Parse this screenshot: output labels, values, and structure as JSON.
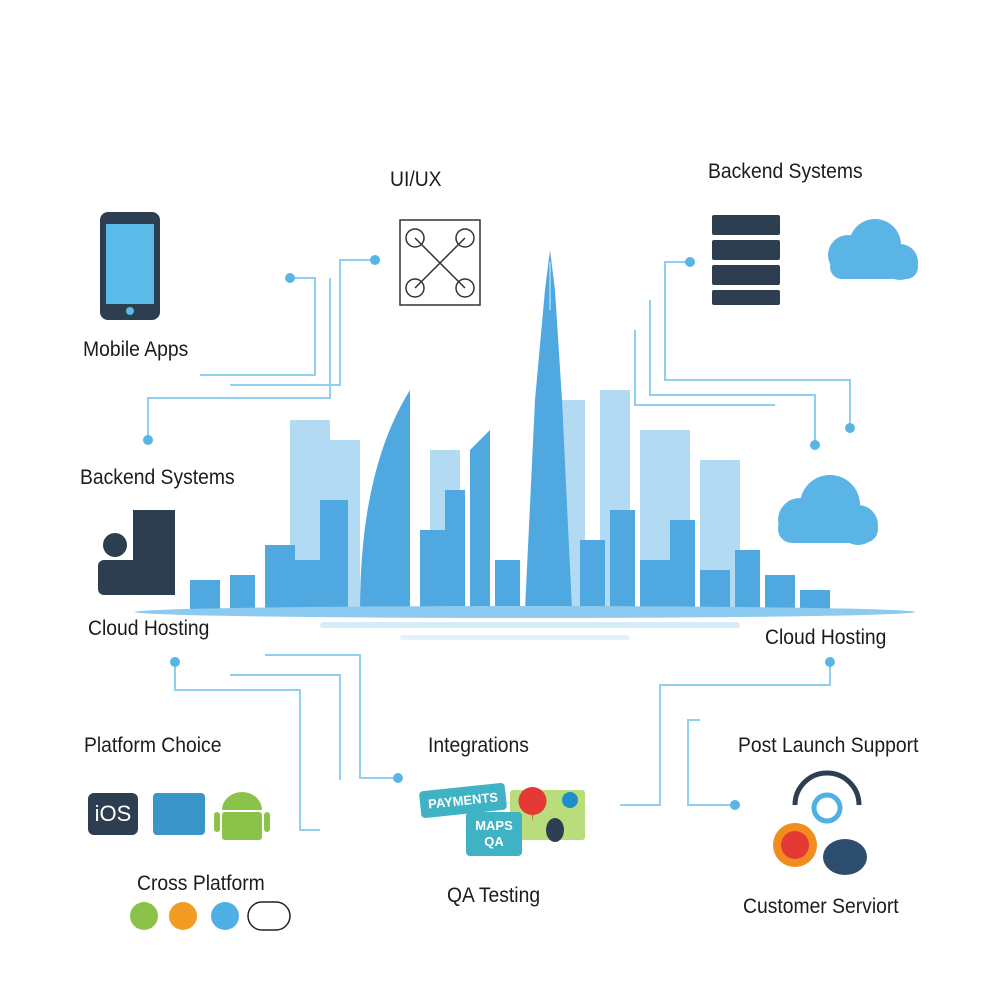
{
  "labels": {
    "ui_ux": "UI/UX",
    "backend_top": "Backend Systems",
    "mobile_apps": "Mobile Apps",
    "backend_left": "Backend Systems",
    "cloud_hosting_left": "Cloud Hosting",
    "cloud_hosting_right": "Cloud Hosting",
    "platform_choice": "Platform Choice",
    "integrations": "Integrations",
    "post_launch": "Post Launch Support",
    "cross_platform": "Cross Platform",
    "qa_testing": "QA Testing",
    "customer_service": "Customer Serviort"
  },
  "tags": {
    "payments": "PAYMENTS",
    "maps": "MAPS",
    "qa": "QA",
    "ios": "iOS"
  },
  "colors": {
    "accent": "#5ab4e5",
    "dark": "#2c3e50",
    "line": "#8fd0ee"
  }
}
